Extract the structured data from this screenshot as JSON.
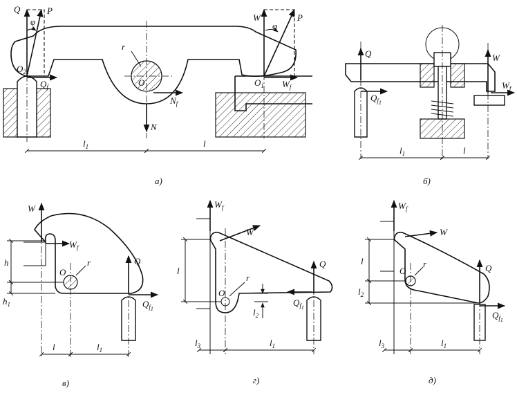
{
  "panels": {
    "a": {
      "caption": "а)",
      "labels": {
        "Q": "Q",
        "P_left": "P",
        "phi_left": "φ",
        "O2": "O",
        "O2_sub": "2",
        "Qf": "Q",
        "Qf_sub": "f",
        "r": "r",
        "O": "O",
        "Nf": "N",
        "Nf_sub": "f",
        "N": "N",
        "W": "W",
        "P_right": "P",
        "phi_right": "φ",
        "O1": "O",
        "O1_sub": "1",
        "Wf": "W",
        "Wf_sub": "f",
        "l1": "l",
        "l1_sub": "1",
        "l": "l"
      }
    },
    "b": {
      "caption": "б)",
      "labels": {
        "Q": "Q",
        "Qf1": "Q",
        "Qf1_sub": "f",
        "Qf1_sub2": "1",
        "W": "W",
        "Wf": "W",
        "Wf_sub": "f",
        "l1": "l",
        "l1_sub": "1",
        "l": "l"
      }
    },
    "c": {
      "caption": "в)",
      "labels": {
        "W": "W",
        "Wf": "W",
        "Wf_sub": "f",
        "h": "h",
        "h1": "h",
        "h1_sub": "1",
        "O": "O",
        "r": "r",
        "Q": "Q",
        "Qf1": "Q",
        "Qf1_sub": "f",
        "Qf1_sub2": "1",
        "l": "l",
        "l1": "l",
        "l1_sub": "1"
      }
    },
    "d": {
      "caption": "г)",
      "labels": {
        "Wf": "W",
        "Wf_sub": "f",
        "W": "W",
        "l": "l",
        "r": "r",
        "O": "O",
        "l2": "l",
        "l2_sub": "2",
        "Q": "Q",
        "Qf1": "Q",
        "Qf1_sub": "f",
        "Qf1_sub2": "1",
        "l3": "l",
        "l3_sub": "3",
        "l1": "l",
        "l1_sub": "1"
      }
    },
    "e": {
      "caption": "д)",
      "labels": {
        "Wf": "W",
        "Wf_sub": "f",
        "W": "W",
        "l": "l",
        "r": "r",
        "O": "O",
        "l2": "l",
        "l2_sub": "2",
        "Q": "Q",
        "Qf1": "Q",
        "Qf1_sub": "f",
        "Qf1_sub2": "1",
        "l3": "l",
        "l3_sub": "3",
        "l1": "l",
        "l1_sub": "1"
      }
    }
  }
}
